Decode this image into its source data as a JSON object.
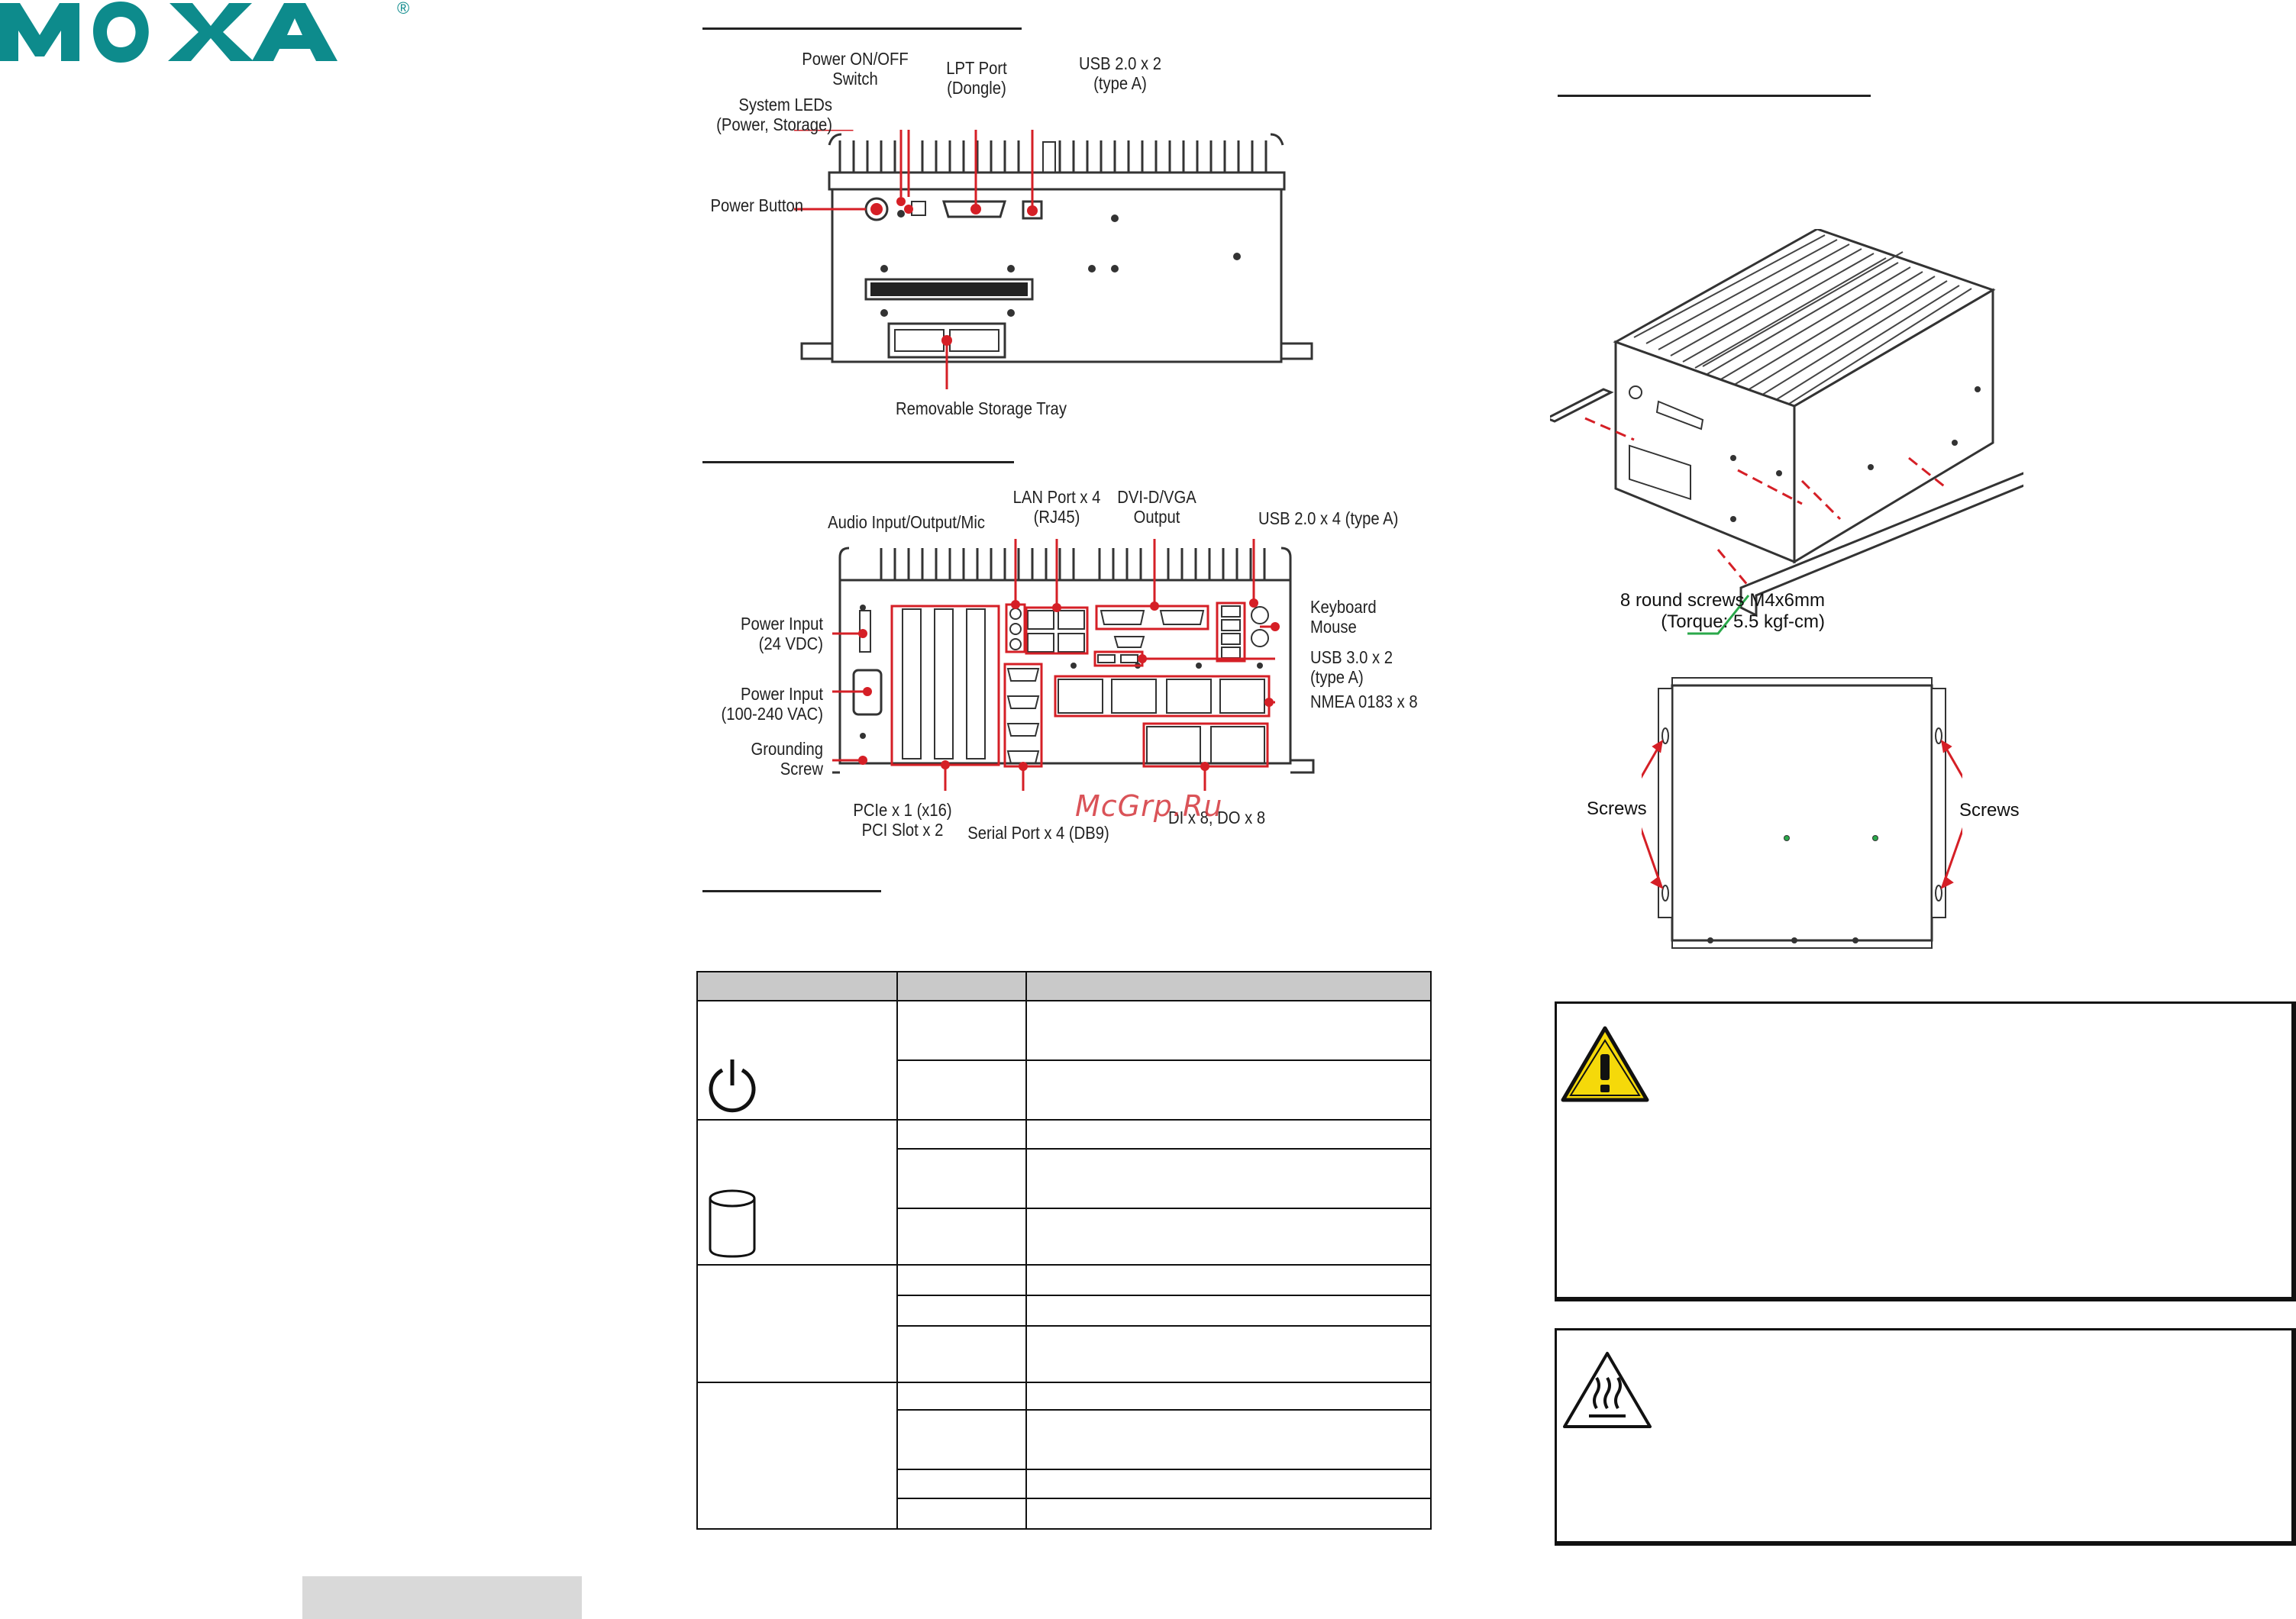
{
  "brand": {
    "logo_text": "MOXA",
    "registered_mark": "®",
    "accent_color": "#0d8b8c"
  },
  "front_panel": {
    "labels": {
      "power_switch": "Power ON/OFF\nSwitch",
      "lpt_port": "LPT Port\n(Dongle)",
      "usb_front": "USB 2.0 x 2\n(type A)",
      "system_leds": "System LEDs\n(Power, Storage)",
      "power_button": "Power Button",
      "storage_tray": "Removable Storage Tray"
    }
  },
  "rear_panel": {
    "labels": {
      "audio": "Audio Input/Output/Mic",
      "lan": "LAN Port x 4\n(RJ45)",
      "dvi": "DVI-D/VGA\nOutput",
      "usb20": "USB 2.0 x 4 (type A)",
      "power_24": "Power Input\n(24 VDC)",
      "keyboard": "Keyboard\nMouse",
      "usb30": "USB 3.0 x 2\n(type A)",
      "power_ac": "Power Input\n(100-240 VAC)",
      "nmea": "NMEA 0183 x 8",
      "grounding": "Grounding\nScrew",
      "pcie": "PCIe x 1 (x16)\nPCI Slot x 2",
      "serial": "Serial Port x 4 (DB9)",
      "dio": "DI x 8, DO x 8"
    }
  },
  "watermark": "McGrp.Ru",
  "mounting": {
    "screw_note": "8 round screws M4x6mm\n(Torque: 5.5 kgf-cm)",
    "screws_left": "Screws",
    "screws_right": "Screws"
  },
  "colors": {
    "callout_red": "#d51f26",
    "warning_yellow": "#f5d90a",
    "table_header_gray": "#c9c9c9",
    "footer_gray": "#d9d9d9"
  },
  "icons": [
    "power-icon",
    "storage-icon",
    "warning-icon",
    "hot-surface-icon"
  ]
}
